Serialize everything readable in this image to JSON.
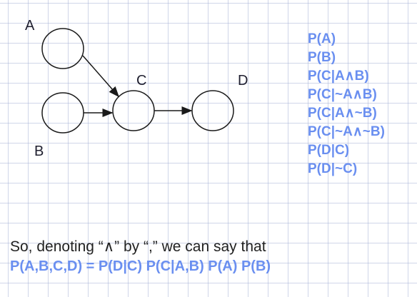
{
  "nodes": {
    "A": "A",
    "B": "B",
    "C": "C",
    "D": "D"
  },
  "probabilities": [
    "P(A)",
    "P(B)",
    "P(C|A∧B)",
    "P(C|~A∧B)",
    "P(C|A∧~B)",
    "P(C|~A∧~B)",
    "P(D|C)",
    "P(D|~C)"
  ],
  "statement": "So, denoting “∧” by “,” we can say that",
  "equation": "P(A,B,C,D) = P(D|C) P(C|A,B) P(A) P(B)",
  "colors": {
    "accent": "#6a8ff0",
    "node_stroke": "#1a1a1a",
    "text": "#222222"
  }
}
